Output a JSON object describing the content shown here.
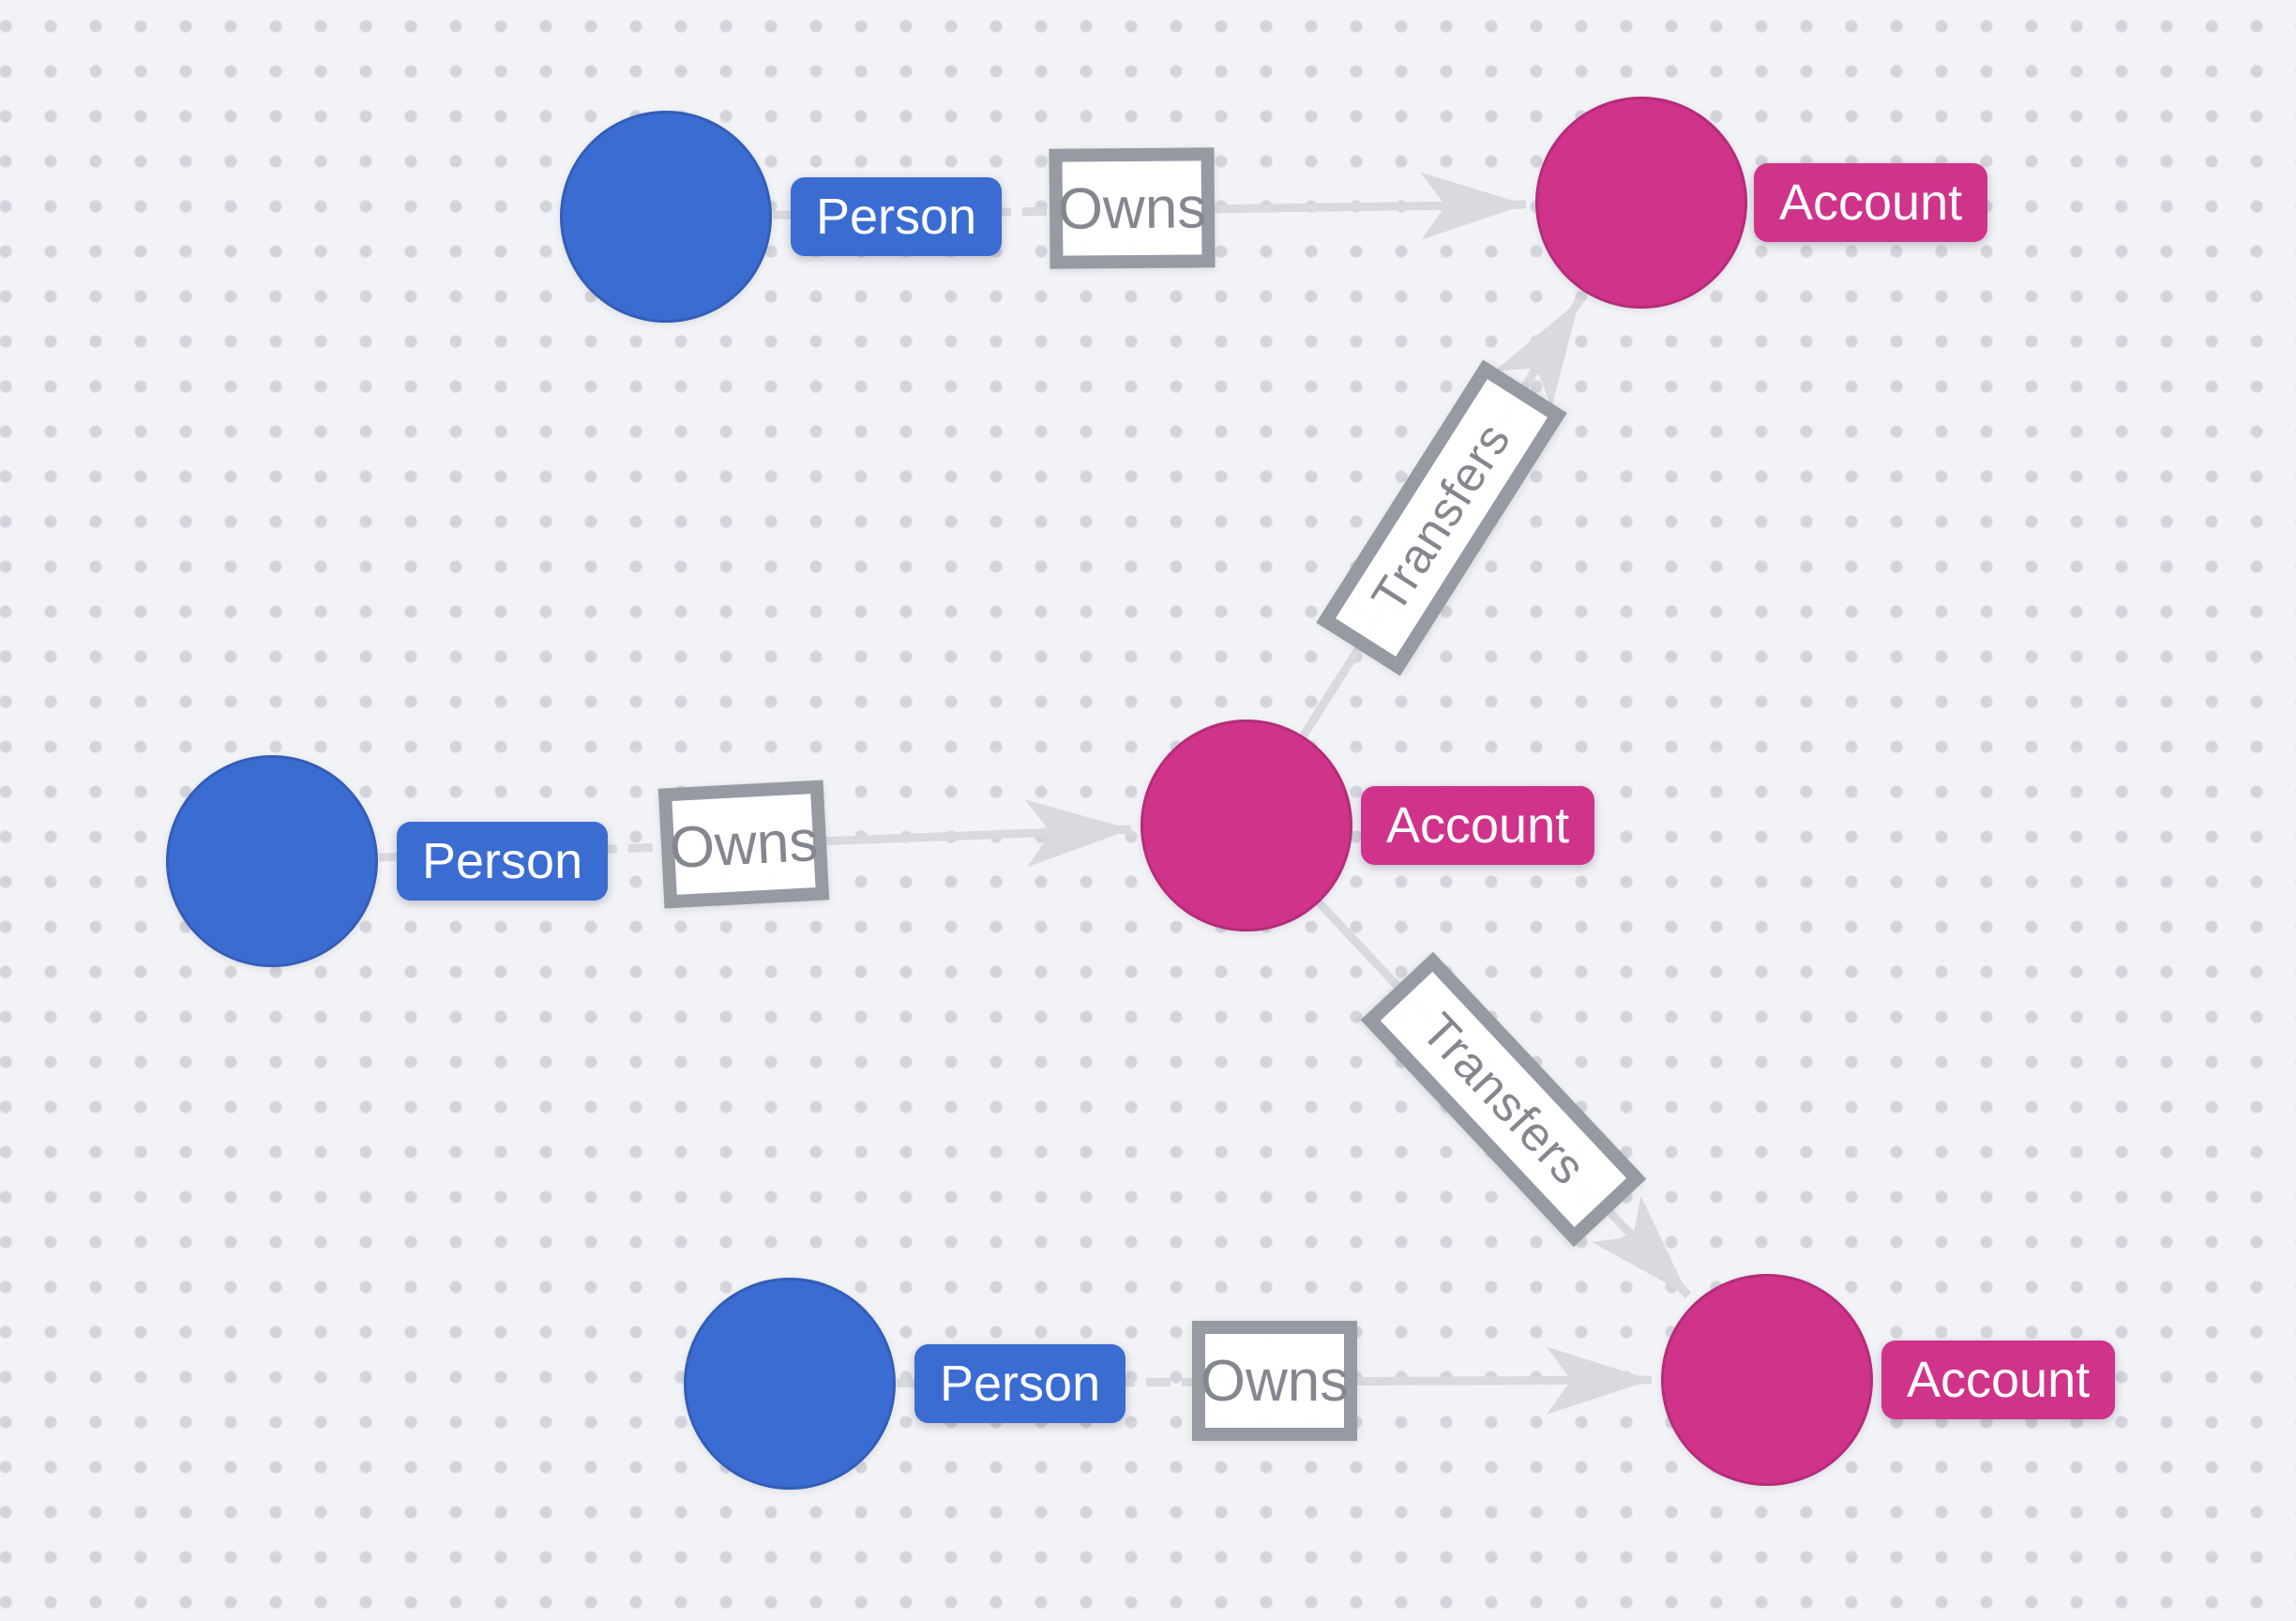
{
  "diagram": {
    "kind": "graph-schema",
    "colors": {
      "person_node": "#3b6cd2",
      "account_node": "#d0338a",
      "edge": "#d9dade",
      "relationship_border": "#959aa3",
      "relationship_text": "#84878e",
      "canvas_background": "#f2f3f6",
      "canvas_dot": "#d3d4db",
      "badge_text": "#ffffff"
    },
    "nodes": [
      {
        "id": "person-1",
        "label": "Person"
      },
      {
        "id": "person-2",
        "label": "Person"
      },
      {
        "id": "person-3",
        "label": "Person"
      },
      {
        "id": "account-1",
        "label": "Account"
      },
      {
        "id": "account-2",
        "label": "Account"
      },
      {
        "id": "account-3",
        "label": "Account"
      }
    ],
    "relationships": [
      {
        "id": "owns-1",
        "label": "Owns",
        "from": "person-1",
        "to": "account-1"
      },
      {
        "id": "owns-2",
        "label": "Owns",
        "from": "person-2",
        "to": "account-2"
      },
      {
        "id": "owns-3",
        "label": "Owns",
        "from": "person-3",
        "to": "account-3"
      },
      {
        "id": "transfers-1",
        "label": "Transfers",
        "from": "account-2",
        "to": "account-1"
      },
      {
        "id": "transfers-2",
        "label": "Transfers",
        "from": "account-2",
        "to": "account-3"
      }
    ]
  }
}
